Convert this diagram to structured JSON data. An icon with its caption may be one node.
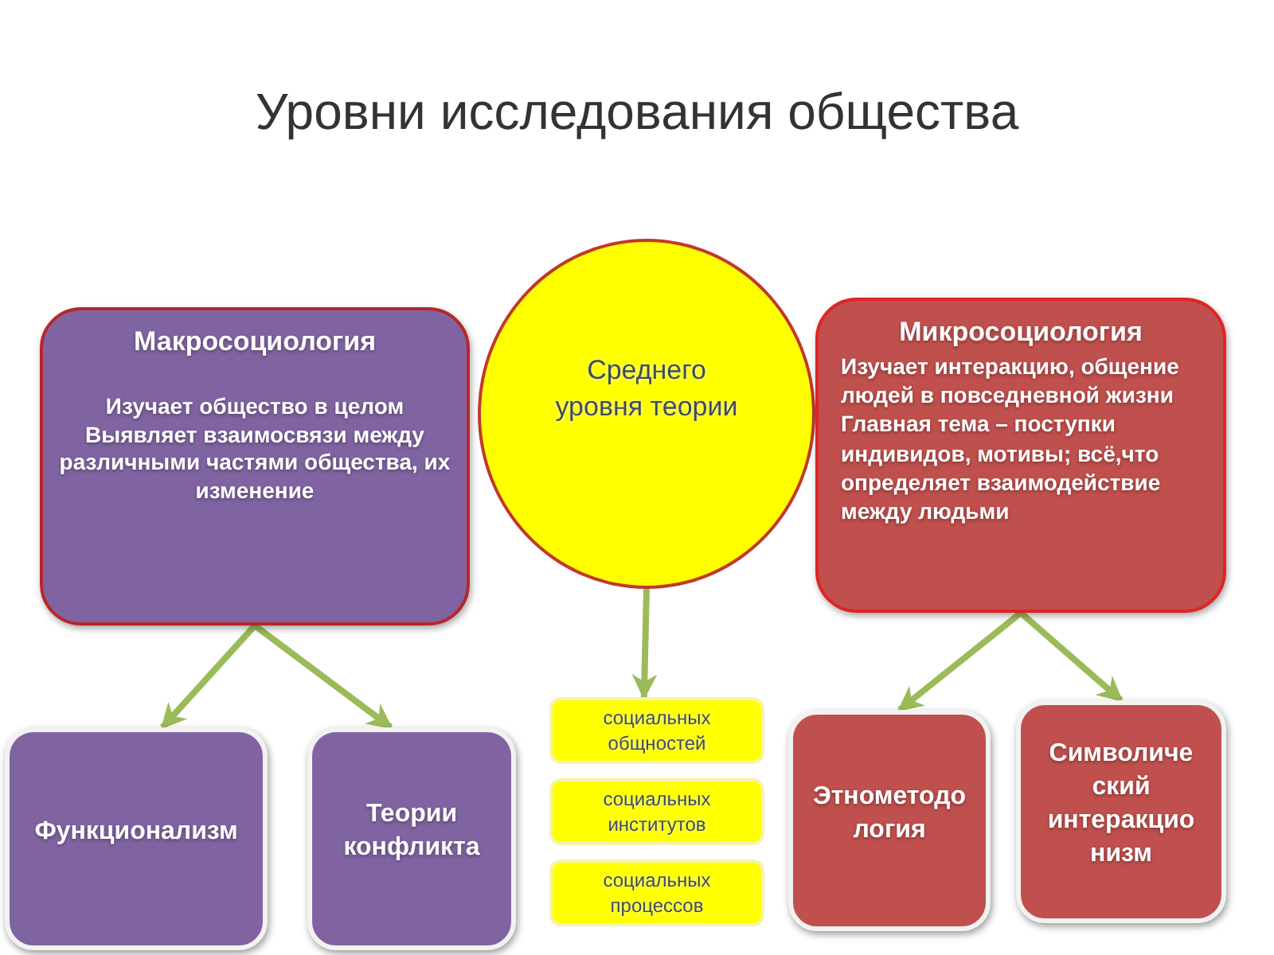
{
  "diagram": {
    "title": "Уровни исследования общества",
    "nodes": [
      {
        "text": [
          "Макросоциология",
          "Изучает общество в целом",
          "Выявляет взаимосвязи между различными частями общества, их изменение"
        ]
      },
      {
        "text": [
          "Среднего уровня теории"
        ]
      },
      {
        "text": [
          "Микросоциология",
          "Изучает интеракцию, общение людей в повседневной жизни",
          "Главная тема – поступки индивидов, мотивы; всё,что определяет взаимодействие между людьми"
        ]
      },
      {
        "text": [
          "Функционализм"
        ]
      },
      {
        "text": [
          "Теории конфликта"
        ]
      },
      {
        "text": [
          "социальных общностей"
        ]
      },
      {
        "text": [
          "социальных институтов"
        ]
      },
      {
        "text": [
          "социальных процессов"
        ]
      },
      {
        "text": [
          "Этнометодо логия"
        ]
      },
      {
        "text": [
          "Символиче ский интеракцио низм"
        ]
      }
    ],
    "edges": [
      {
        "from": 0,
        "to": 3,
        "arrow": "to"
      },
      {
        "from": 0,
        "to": 4,
        "arrow": "to"
      },
      {
        "from": 1,
        "to": 5,
        "arrow": "to"
      },
      {
        "from": 2,
        "to": 8,
        "arrow": "to"
      },
      {
        "from": 2,
        "to": 9,
        "arrow": "to"
      }
    ]
  }
}
